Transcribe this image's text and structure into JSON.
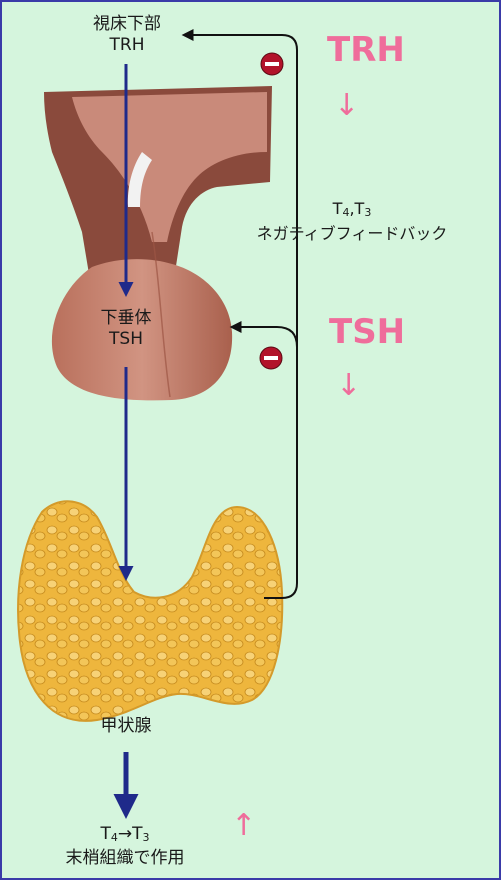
{
  "hypothalamus": {
    "label": "視床下部",
    "hormone": "TRH"
  },
  "pituitary": {
    "label": "下垂体",
    "hormone": "TSH"
  },
  "thyroid": {
    "label": "甲状腺"
  },
  "feedback": {
    "t4": "T",
    "t4_sub": "4",
    "comma": ",",
    "t3": "T",
    "t3_sub": "3",
    "label": "ネガティブフィードバック",
    "inhibit_symbol": "−"
  },
  "periphery": {
    "t4": "T",
    "t4_sub": "4",
    "arrow": "→",
    "t3": "T",
    "t3_sub": "3",
    "label": "末梢組織で作用"
  },
  "indicators": {
    "trh": {
      "text": "TRH",
      "arrow": "↓"
    },
    "tsh": {
      "text": "TSH",
      "arrow": "↓"
    },
    "t3": {
      "arrow": "↑"
    }
  },
  "colors": {
    "background": "#d5f5dd",
    "border": "#3a3aa8",
    "pituitary": "#c17a66",
    "thyroid": "#eeb63d",
    "flow_arrow": "#1f2a8a",
    "feedback_line": "#111111",
    "inhibit_badge": "#b2132a",
    "indicator": "#ef6d9b"
  }
}
